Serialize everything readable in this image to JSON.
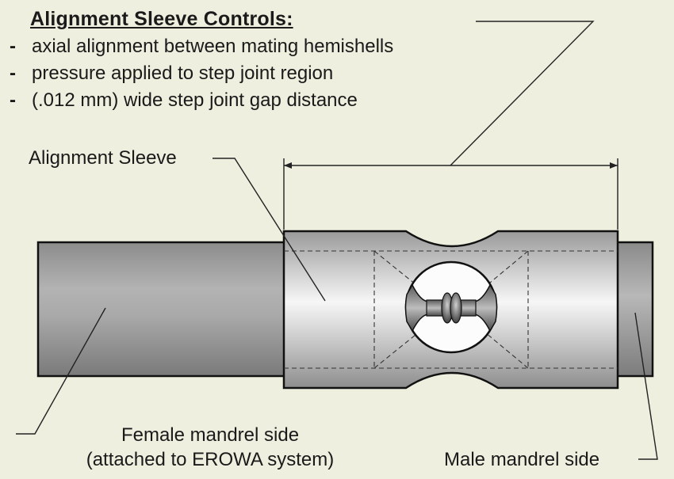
{
  "heading": {
    "title": "Alignment Sleeve Controls:",
    "bullets": [
      "axial alignment between mating hemishells",
      "pressure applied to step joint region",
      "(.012 mm) wide step joint gap distance"
    ],
    "bullet_marker": "-"
  },
  "labels": {
    "sleeve": "Alignment Sleeve",
    "female_line1": "Female mandrel side",
    "female_line2": "(attached to EROWA system)",
    "male": "Male mandrel side"
  },
  "colors": {
    "background": "#efefdf",
    "metal_dark": "#8a8a8a",
    "metal_light": "#f4f4f4",
    "outline": "#111111"
  }
}
